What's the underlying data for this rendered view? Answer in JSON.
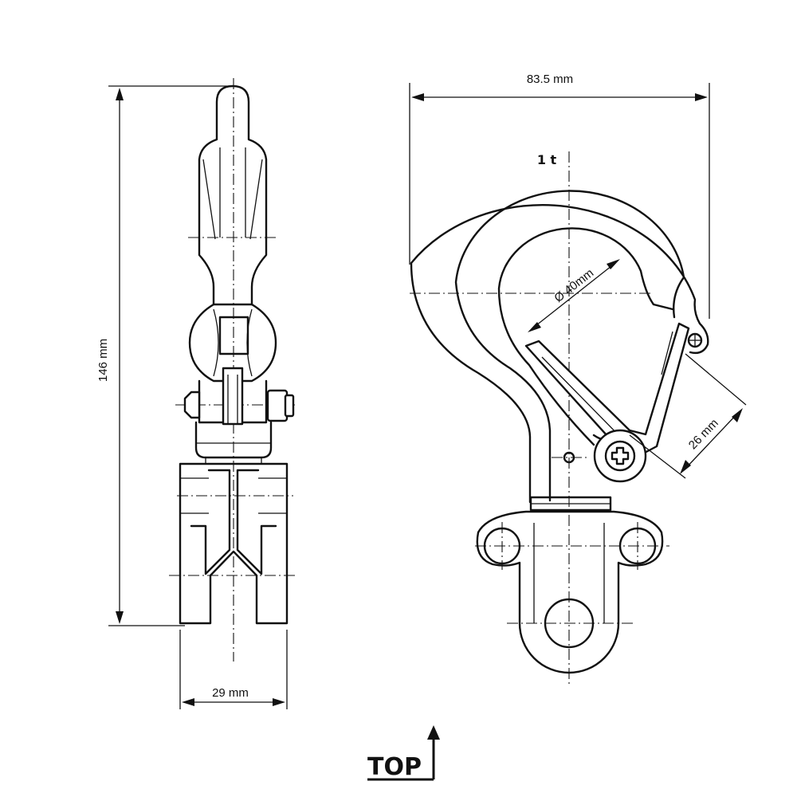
{
  "dimensions": {
    "width_opening": "83.5 mm",
    "height": "146 mm",
    "base_width": "29 mm",
    "throat_diameter": "Ø 40mm",
    "latch_opening": "26 mm"
  },
  "capacity": "1 t",
  "orientation_marker": "TOP"
}
